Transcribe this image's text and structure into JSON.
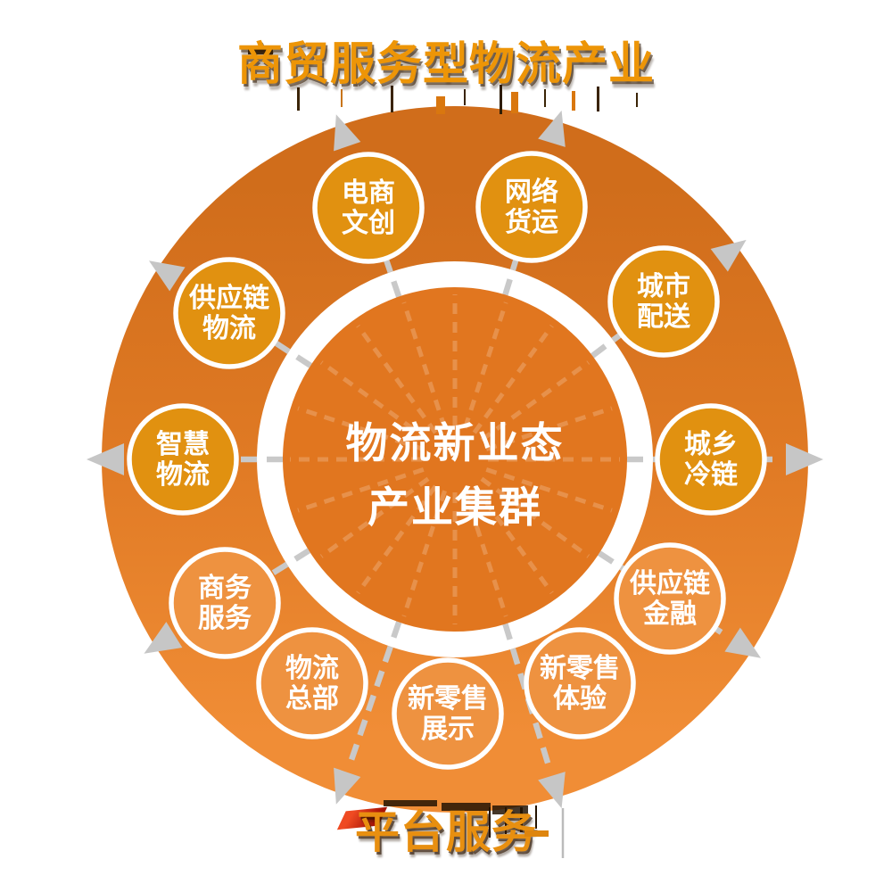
{
  "titles": {
    "top": "商贸服务型物流产业",
    "bottom": "平台服务"
  },
  "hub": {
    "line1": "物流新业态",
    "line2": "产业集群"
  },
  "nodes": [
    {
      "line1": "电商",
      "line2": "文创"
    },
    {
      "line1": "网络",
      "line2": "货运"
    },
    {
      "line1": "城市",
      "line2": "配送"
    },
    {
      "line1": "城乡",
      "line2": "冷链"
    },
    {
      "line1": "供应链",
      "line2": "金融"
    },
    {
      "line1": "新零售",
      "line2": "体验"
    },
    {
      "line1": "新零售",
      "line2": "展示"
    },
    {
      "line1": "物流",
      "line2": "总部"
    },
    {
      "line1": "商务",
      "line2": "服务"
    },
    {
      "line1": "智慧",
      "line2": "物流"
    },
    {
      "line1": "供应链",
      "line2": "物流"
    }
  ],
  "colors": {
    "ring_top": "#D06D1B",
    "ring_mid": "#E07A24",
    "ring_bottom": "#F08D36",
    "hub_circle": "#E1761F",
    "node_golden": "#E19110",
    "node_light": "#EE9240",
    "node_border": "#FFFFFF",
    "arrow_gray": "#C9C9C9",
    "title_gold": "#ED9507",
    "accent_red": "#D8311A",
    "label_white": "#FFFFFF"
  }
}
